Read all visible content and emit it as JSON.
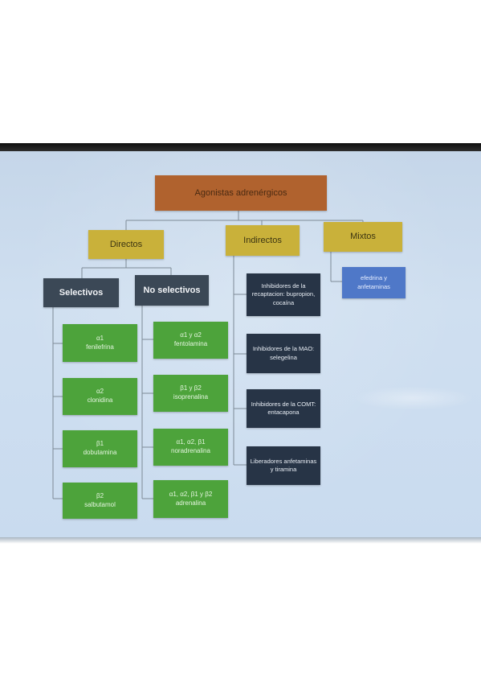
{
  "diagram": {
    "root": "Agonistas adrenérgicos",
    "categories": {
      "directos": "Directos",
      "indirectos": "Indirectos",
      "mixtos": "Mixtos"
    },
    "subcategories": {
      "selectivos": "Selectivos",
      "no_selectivos": "No selectivos"
    },
    "selectivos_items": [
      {
        "receptor": "α1",
        "drug": "fenilefrina"
      },
      {
        "receptor": "α2",
        "drug": "clonidina"
      },
      {
        "receptor": "β1",
        "drug": "dobutamina"
      },
      {
        "receptor": "β2",
        "drug": "salbutamol"
      }
    ],
    "no_selectivos_items": [
      {
        "receptor": "α1 y α2",
        "drug": "fentolamina"
      },
      {
        "receptor": "β1 y β2",
        "drug": "isoprenalina"
      },
      {
        "receptor": "α1, α2, β1",
        "drug": "noradrenalina"
      },
      {
        "receptor": "α1, α2, β1 y β2",
        "drug": "adrenalina"
      }
    ],
    "indirectos_items": [
      "Inhibidores de la recaptacion: bupropion, cocaína",
      "Inhibidores de la MAO: selegelina",
      "Inhibidores de la COMT: entacapona",
      "Liberadores anfetaminas y tiramina"
    ],
    "mixtos_items": [
      "efedrina y anfetaminas"
    ]
  },
  "colors": {
    "root": "#b0622e",
    "category": "#c9b13a",
    "subcategory": "#3b4856",
    "drug": "#4da33b",
    "indirect": "#273446",
    "mixed": "#4f78c8",
    "screen": "#cfdff0"
  }
}
